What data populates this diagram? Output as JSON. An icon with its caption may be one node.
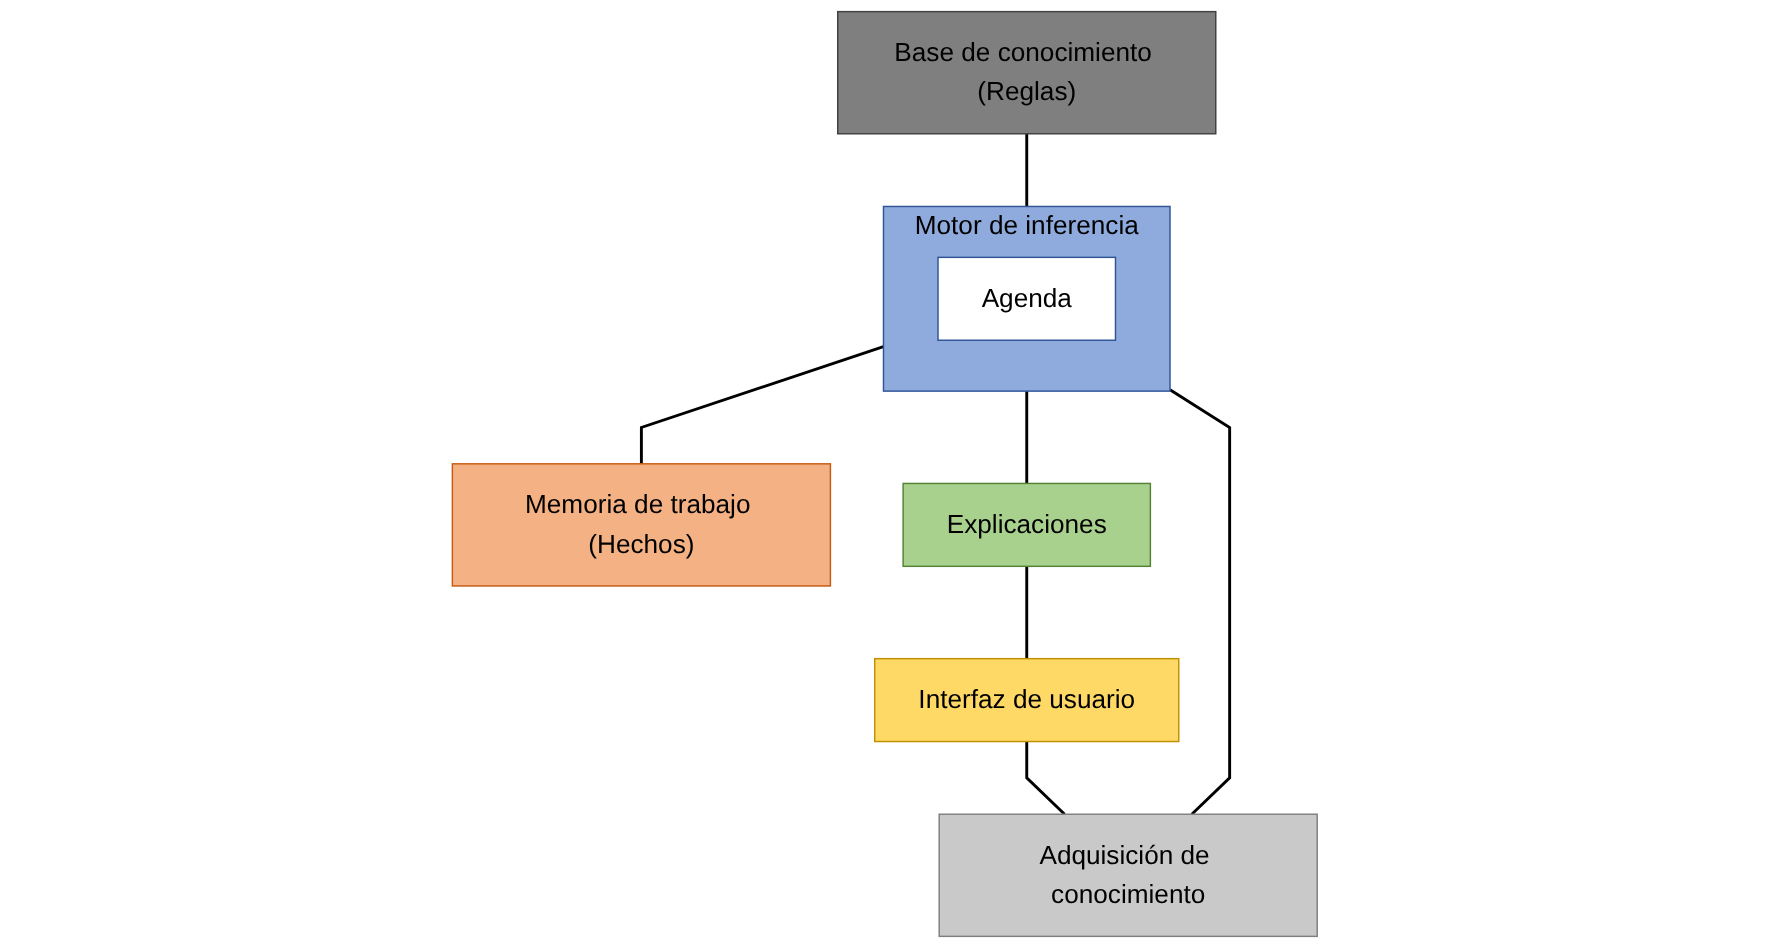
{
  "diagram": {
    "nodes": [
      {
        "text": [
          "Base de conocimiento (Reglas)"
        ]
      },
      {
        "text": [
          "Motor de inferencia"
        ]
      },
      {
        "text": [
          "Agenda"
        ],
        "in": 1
      },
      {
        "text": [
          "Memoria de trabajo (Hechos)"
        ]
      },
      {
        "text": [
          "Explicaciones"
        ]
      },
      {
        "text": [
          "Adquisición de conocimiento"
        ]
      },
      {
        "text": [
          "Interfaz de usuario"
        ]
      }
    ],
    "edges": [
      {
        "from": 0,
        "to": 1,
        "arrow": "none"
      },
      {
        "from": 1,
        "to": 3,
        "arrow": "none"
      },
      {
        "from": 1,
        "to": 4,
        "arrow": "none"
      },
      {
        "from": 4,
        "to": 6,
        "arrow": "none"
      },
      {
        "from": 6,
        "to": 5,
        "arrow": "none"
      },
      {
        "from": 5,
        "to": 1,
        "arrow": "none"
      }
    ]
  }
}
